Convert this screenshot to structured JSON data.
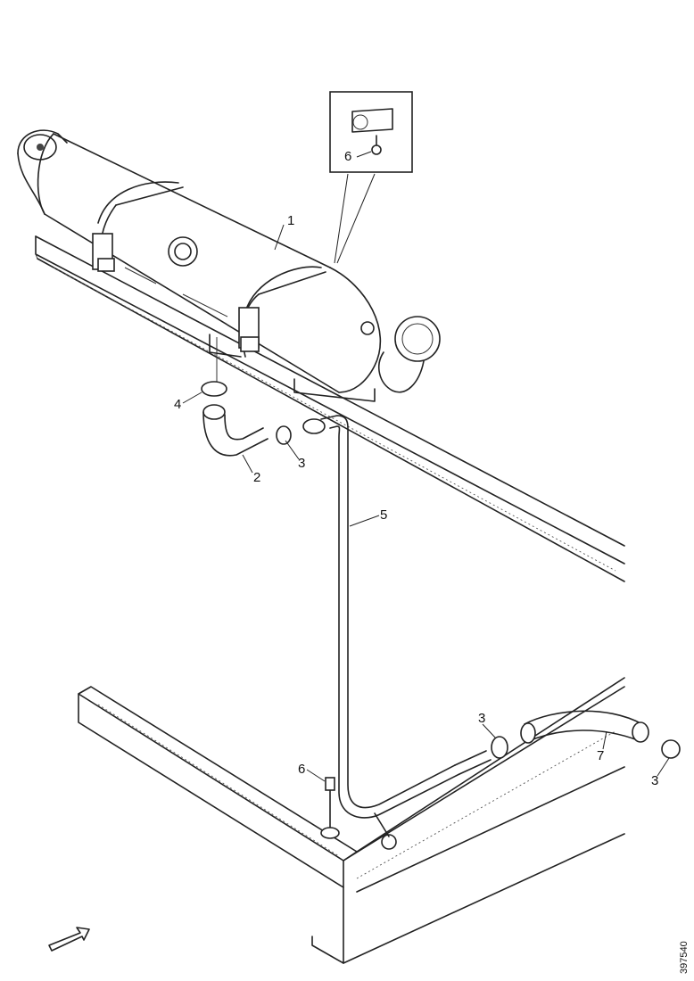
{
  "callouts": {
    "c1": "1",
    "c2": "2",
    "c3a": "3",
    "c3b": "3",
    "c3c": "3",
    "c4": "4",
    "c5": "5",
    "c6a": "6",
    "c6b": "6",
    "c7": "7"
  },
  "drawing_ref": "397540"
}
